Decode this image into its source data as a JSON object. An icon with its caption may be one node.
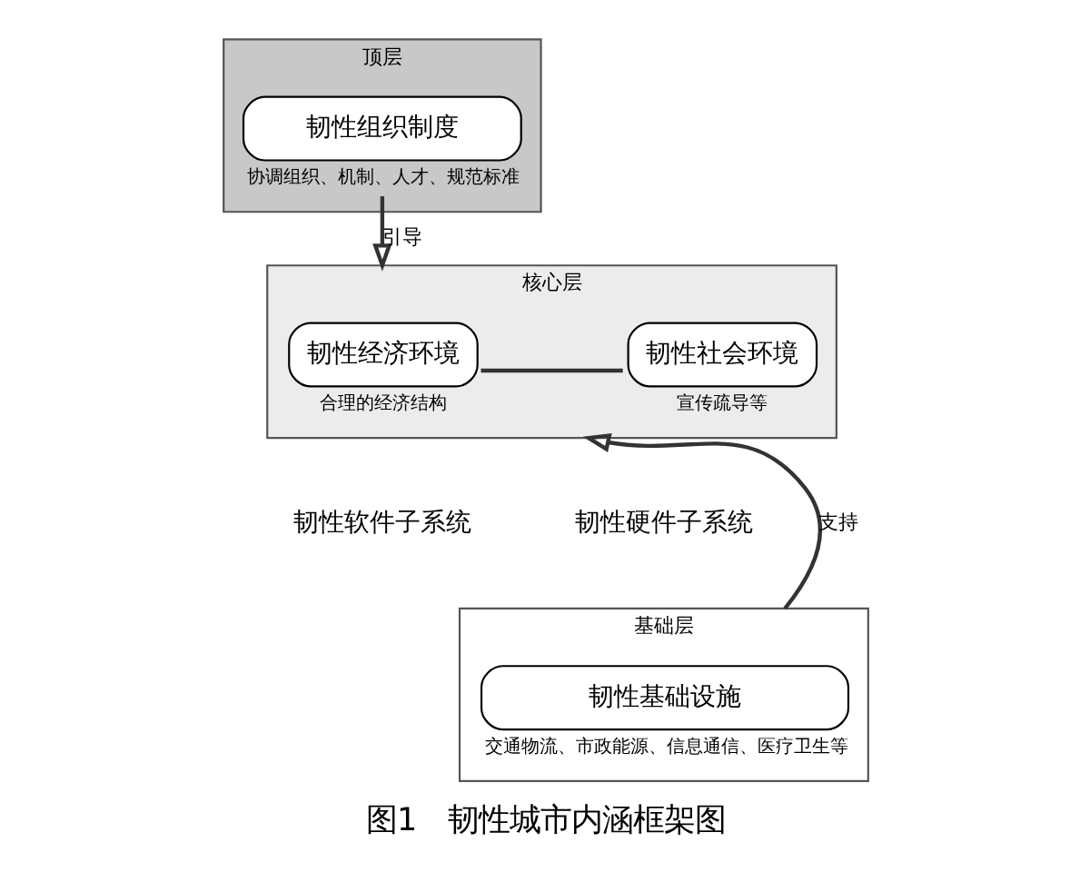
{
  "diagram": {
    "caption": "图1　韧性城市内涵框架图",
    "nodes": [
      {
        "text": [
          "顶层"
        ]
      },
      {
        "text": [
          "韧性组织制度"
        ],
        "in": 0,
        "beside": [
          "协调组织、机制、人才、规范标准"
        ]
      },
      {
        "text": [
          "核心层"
        ]
      },
      {
        "text": [
          "韧性经济环境"
        ],
        "in": 2,
        "beside": [
          "合理的经济结构"
        ]
      },
      {
        "text": [
          "韧性社会环境"
        ],
        "in": 2,
        "beside": [
          "宣传疏导等"
        ]
      },
      {
        "text": [
          "基础层"
        ]
      },
      {
        "text": [
          "韧性基础设施"
        ],
        "in": 5,
        "beside": [
          "交通物流、市政能源、信息通信、医疗卫生等"
        ]
      }
    ],
    "edges": [
      {
        "from": 1,
        "to": 2,
        "arrow": "to",
        "label": "引导"
      },
      {
        "from": 3,
        "to": 4,
        "arrow": "none"
      },
      {
        "from": 5,
        "to": 2,
        "arrow": "to",
        "label": "支持"
      }
    ],
    "labels": [
      "韧性软件子系统",
      "韧性硬件子系统"
    ]
  }
}
